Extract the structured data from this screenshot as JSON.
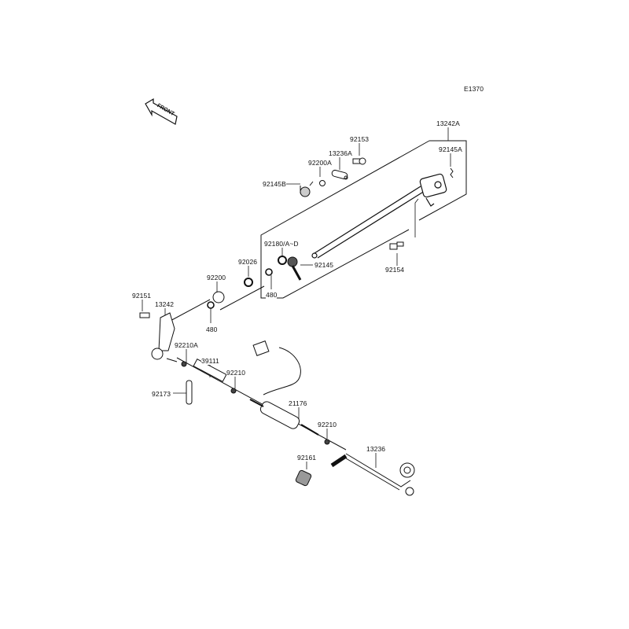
{
  "diagram": {
    "code": "E1370",
    "front_marker": "FRONT",
    "parts": [
      {
        "id": "p13242A",
        "label": "13242A"
      },
      {
        "id": "p92153",
        "label": "92153"
      },
      {
        "id": "p92145A",
        "label": "92145A"
      },
      {
        "id": "p13236A",
        "label": "13236A"
      },
      {
        "id": "p92200A",
        "label": "92200A"
      },
      {
        "id": "p92145B",
        "label": "92145B"
      },
      {
        "id": "p92180",
        "label": "92180/A~D"
      },
      {
        "id": "p92026",
        "label": "92026"
      },
      {
        "id": "p92145",
        "label": "92145"
      },
      {
        "id": "p92154",
        "label": "92154"
      },
      {
        "id": "p92200",
        "label": "92200"
      },
      {
        "id": "p480a",
        "label": "480"
      },
      {
        "id": "p92151",
        "label": "92151"
      },
      {
        "id": "p13242",
        "label": "13242"
      },
      {
        "id": "p480b",
        "label": "480"
      },
      {
        "id": "p92210A",
        "label": "92210A"
      },
      {
        "id": "p39111",
        "label": "39111"
      },
      {
        "id": "p92210a",
        "label": "92210"
      },
      {
        "id": "p92173",
        "label": "92173"
      },
      {
        "id": "p21176",
        "label": "21176"
      },
      {
        "id": "p92210b",
        "label": "92210"
      },
      {
        "id": "p13236",
        "label": "13236"
      },
      {
        "id": "p92161",
        "label": "92161"
      }
    ]
  }
}
